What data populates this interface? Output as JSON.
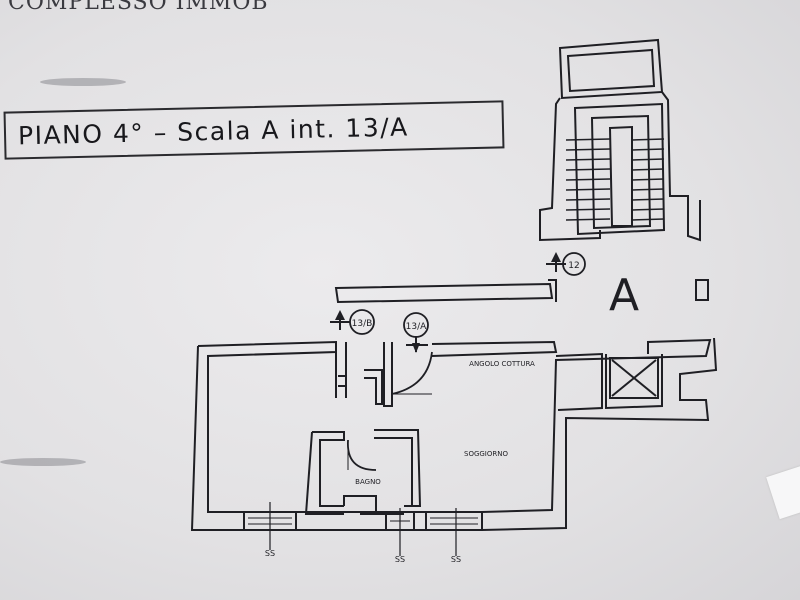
{
  "header": {
    "text": "COMPLESSO IMMOB"
  },
  "title": {
    "text": "PIANO 4° – Scala A int. 13/A"
  },
  "stair": {
    "letter": "A"
  },
  "markers": [
    {
      "label": "12"
    },
    {
      "label": "13/B"
    },
    {
      "label": "13/A"
    }
  ],
  "rooms": {
    "kitchen": "ANGOLO COTTURA",
    "living": "SOGGIORNO",
    "bath": "BAGNO"
  },
  "window_marks": [
    "SS",
    "SS",
    "SS"
  ],
  "colors": {
    "ink": "#1f1f24",
    "paper": "#e3e2e4"
  }
}
